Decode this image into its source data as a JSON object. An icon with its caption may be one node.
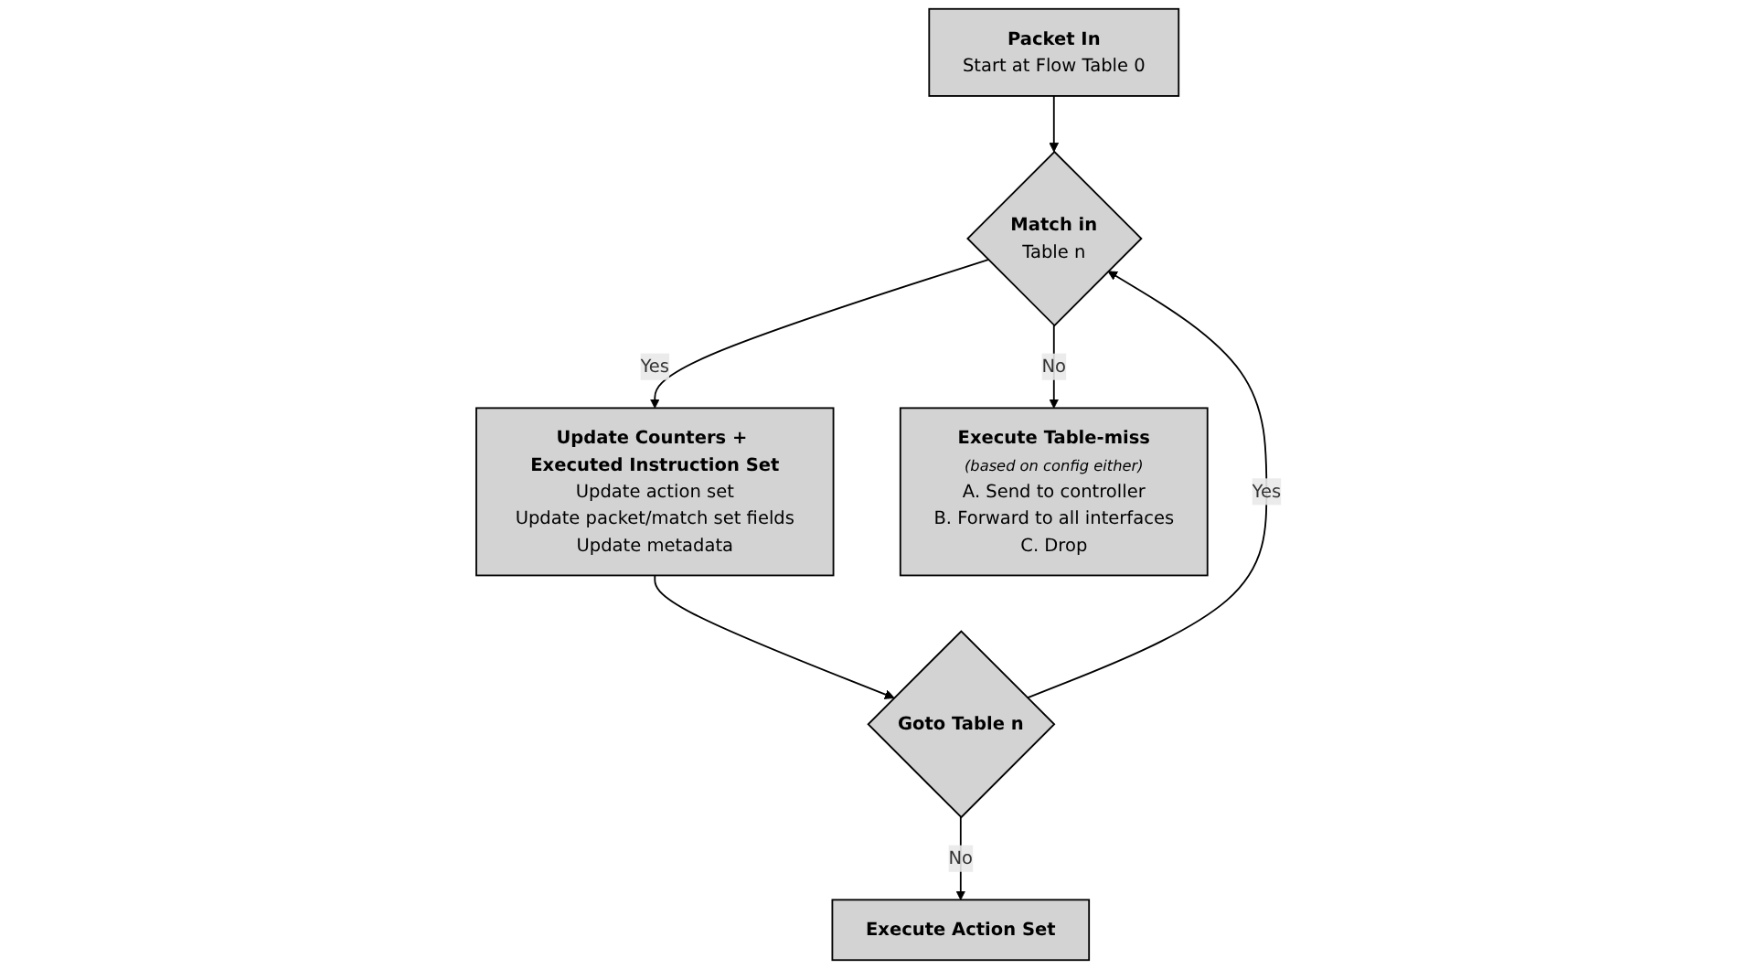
{
  "diagram": {
    "nodes": [
      {
        "text": [
          "Packet In",
          "Start at Flow Table 0"
        ]
      },
      {
        "text": [
          "Match in",
          "Table n"
        ]
      },
      {
        "text": [
          "Update Counters + Executed Instruction Set",
          "Update action set",
          "Update packet/match set fields",
          "Update metadata"
        ]
      },
      {
        "text": [
          "Goto Table n"
        ]
      },
      {
        "text": [
          "Execute Table-miss",
          "(based on config either)",
          "A. Send to controller",
          "B. Forward to all interfaces",
          "C. Drop"
        ]
      },
      {
        "text": [
          "Execute Action Set"
        ]
      }
    ],
    "edges": [
      {
        "from": 0,
        "to": 1,
        "arrow": "to"
      },
      {
        "from": 1,
        "to": 2,
        "arrow": "to",
        "label": "Yes"
      },
      {
        "from": 1,
        "to": 4,
        "arrow": "to",
        "label": "No"
      },
      {
        "from": 2,
        "to": 3,
        "arrow": "to"
      },
      {
        "from": 3,
        "to": 1,
        "arrow": "to",
        "label": "Yes"
      },
      {
        "from": 3,
        "to": 5,
        "arrow": "to",
        "label": "No"
      }
    ]
  }
}
